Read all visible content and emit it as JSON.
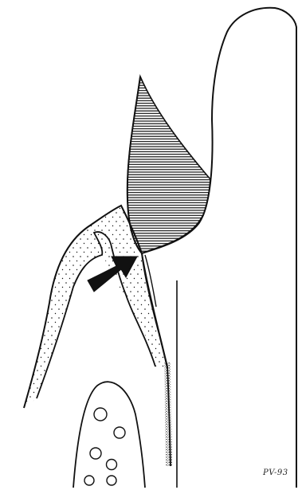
{
  "figure": {
    "signature": "PV-93",
    "colors": {
      "ink": "#111111",
      "background": "#ffffff"
    },
    "elements": [
      "tooth-crown",
      "enamel-hatching",
      "gingiva",
      "bone-crest",
      "arrow-icon",
      "bone-marrow-spaces"
    ]
  }
}
